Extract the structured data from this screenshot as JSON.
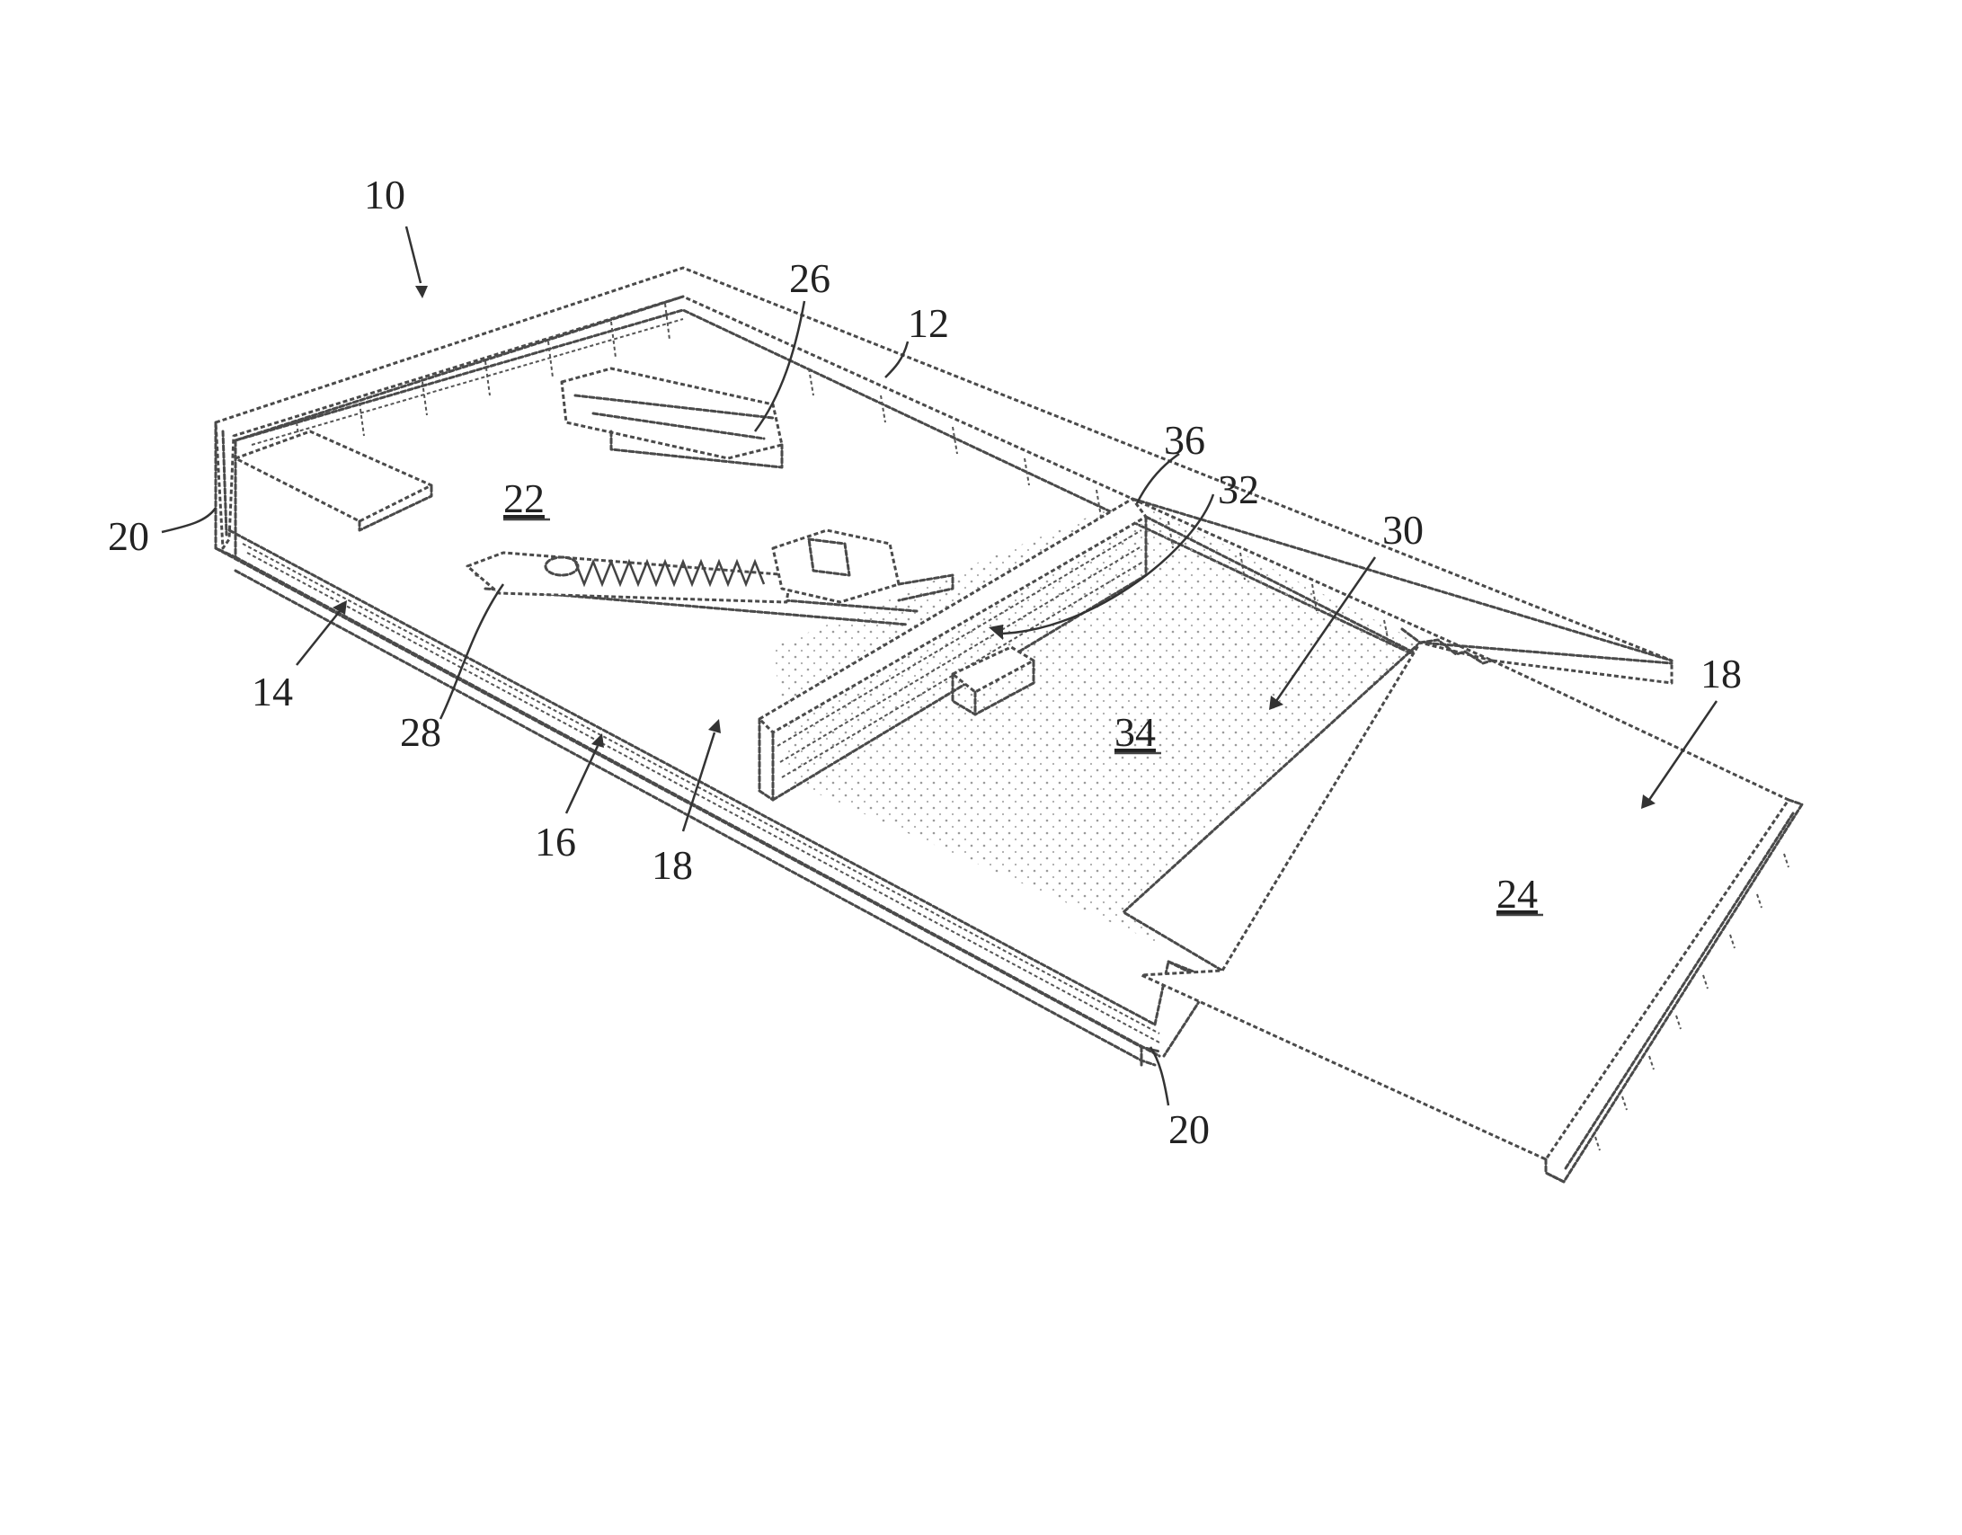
{
  "figure": {
    "reference_numerals": [
      {
        "id": "n10",
        "text": "10",
        "underlined": false
      },
      {
        "id": "n12",
        "text": "12",
        "underlined": false
      },
      {
        "id": "n14",
        "text": "14",
        "underlined": false
      },
      {
        "id": "n16",
        "text": "16",
        "underlined": false
      },
      {
        "id": "n18a",
        "text": "18",
        "underlined": false
      },
      {
        "id": "n18b",
        "text": "18",
        "underlined": false
      },
      {
        "id": "n20a",
        "text": "20",
        "underlined": false
      },
      {
        "id": "n20b",
        "text": "20",
        "underlined": false
      },
      {
        "id": "n22",
        "text": "22",
        "underlined": true
      },
      {
        "id": "n24",
        "text": "24",
        "underlined": true
      },
      {
        "id": "n26",
        "text": "26",
        "underlined": false
      },
      {
        "id": "n28",
        "text": "28",
        "underlined": false
      },
      {
        "id": "n30",
        "text": "30",
        "underlined": false
      },
      {
        "id": "n32",
        "text": "32",
        "underlined": false
      },
      {
        "id": "n34",
        "text": "34",
        "underlined": true
      },
      {
        "id": "n36",
        "text": "36",
        "underlined": false
      }
    ]
  },
  "colors": {
    "line": "#4a4a4a",
    "stipple": "#9a9a9a",
    "background": "#ffffff"
  }
}
